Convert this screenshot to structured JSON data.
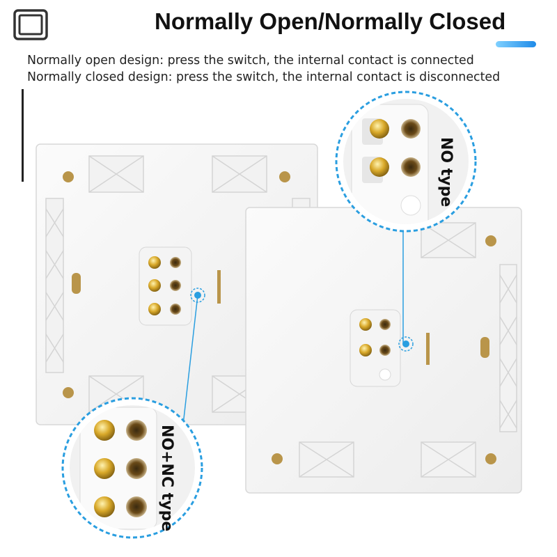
{
  "header": {
    "logo_icon": "switch-icon",
    "title": "Normally Open/Normally Closed",
    "accent_color": "#1f8be8"
  },
  "description": {
    "line1": "Normally open design: press the switch, the internal contact is connected",
    "line2": "Normally closed design: press the switch, the internal contact is disconnected"
  },
  "callouts": {
    "no_label": "NO type",
    "nonc_label": "NO+NC type",
    "ring_color": "#2a9ee0"
  }
}
